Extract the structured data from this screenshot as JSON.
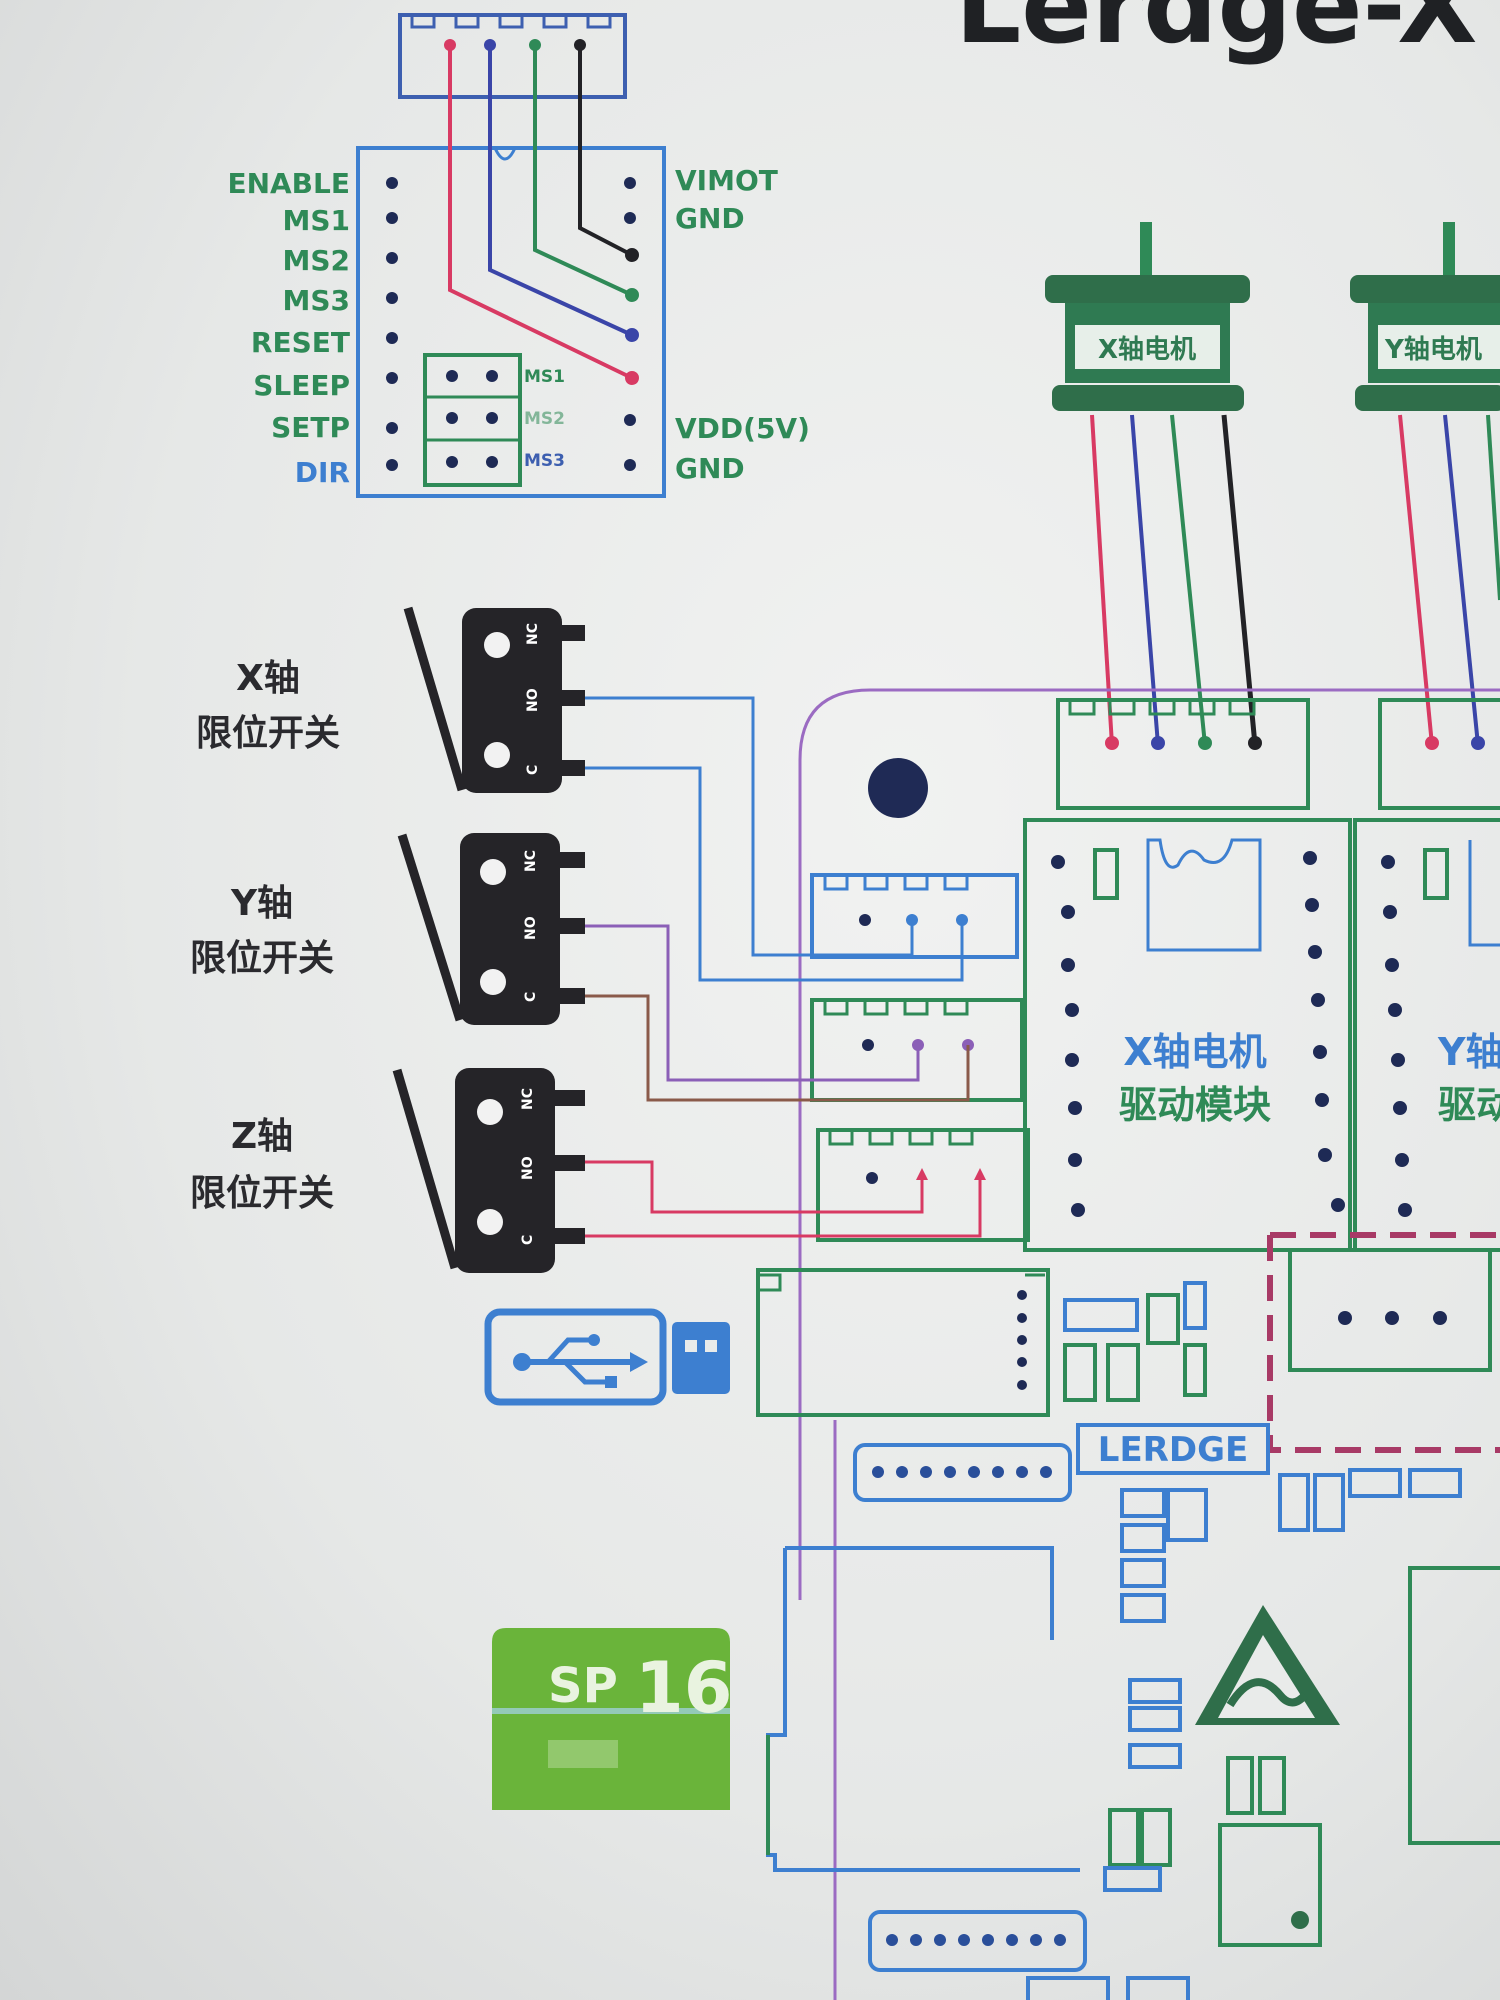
{
  "title_text": "Lerdge-X",
  "colors": {
    "green": "#2f8a57",
    "blue": "#3d7fd0",
    "dark_blue": "#2a4f9a",
    "red": "#d83a63",
    "purple": "#8b5fb7",
    "black": "#222226",
    "brown": "#8a5a4a",
    "sd_green": "#6ab43a",
    "paper": "#ecedec"
  },
  "driver_pinout": {
    "left_pins": [
      "ENABLE",
      "MS1",
      "MS2",
      "MS3",
      "RESET",
      "SLEEP",
      "SETP",
      "DIR"
    ],
    "right_top": [
      "VIMOT",
      "GND"
    ],
    "right_bottom": [
      "VDD(5V)",
      "GND"
    ],
    "jumpers": [
      "MS1",
      "MS2",
      "MS3"
    ]
  },
  "motors": [
    {
      "label": "X轴电机"
    },
    {
      "label": "Y轴电机"
    }
  ],
  "switches": [
    {
      "axis": "X轴",
      "desc": "限位开关",
      "pins": [
        "NC",
        "NO",
        "C"
      ]
    },
    {
      "axis": "Y轴",
      "desc": "限位开关",
      "pins": [
        "NC",
        "NO",
        "C"
      ]
    },
    {
      "axis": "Z轴",
      "desc": "限位开关",
      "pins": [
        "NC",
        "NO",
        "C"
      ]
    }
  ],
  "driver_modules": [
    {
      "line1": "X轴电机",
      "line2": "驱动模块"
    },
    {
      "line1": "Y轴",
      "line2": "驱动"
    }
  ],
  "brand_label": "LERDGE",
  "sd_card": {
    "brand": "SP",
    "capacity": "16"
  },
  "usb_icon": "usb-icon",
  "esd_icon": "esd-warning-icon"
}
